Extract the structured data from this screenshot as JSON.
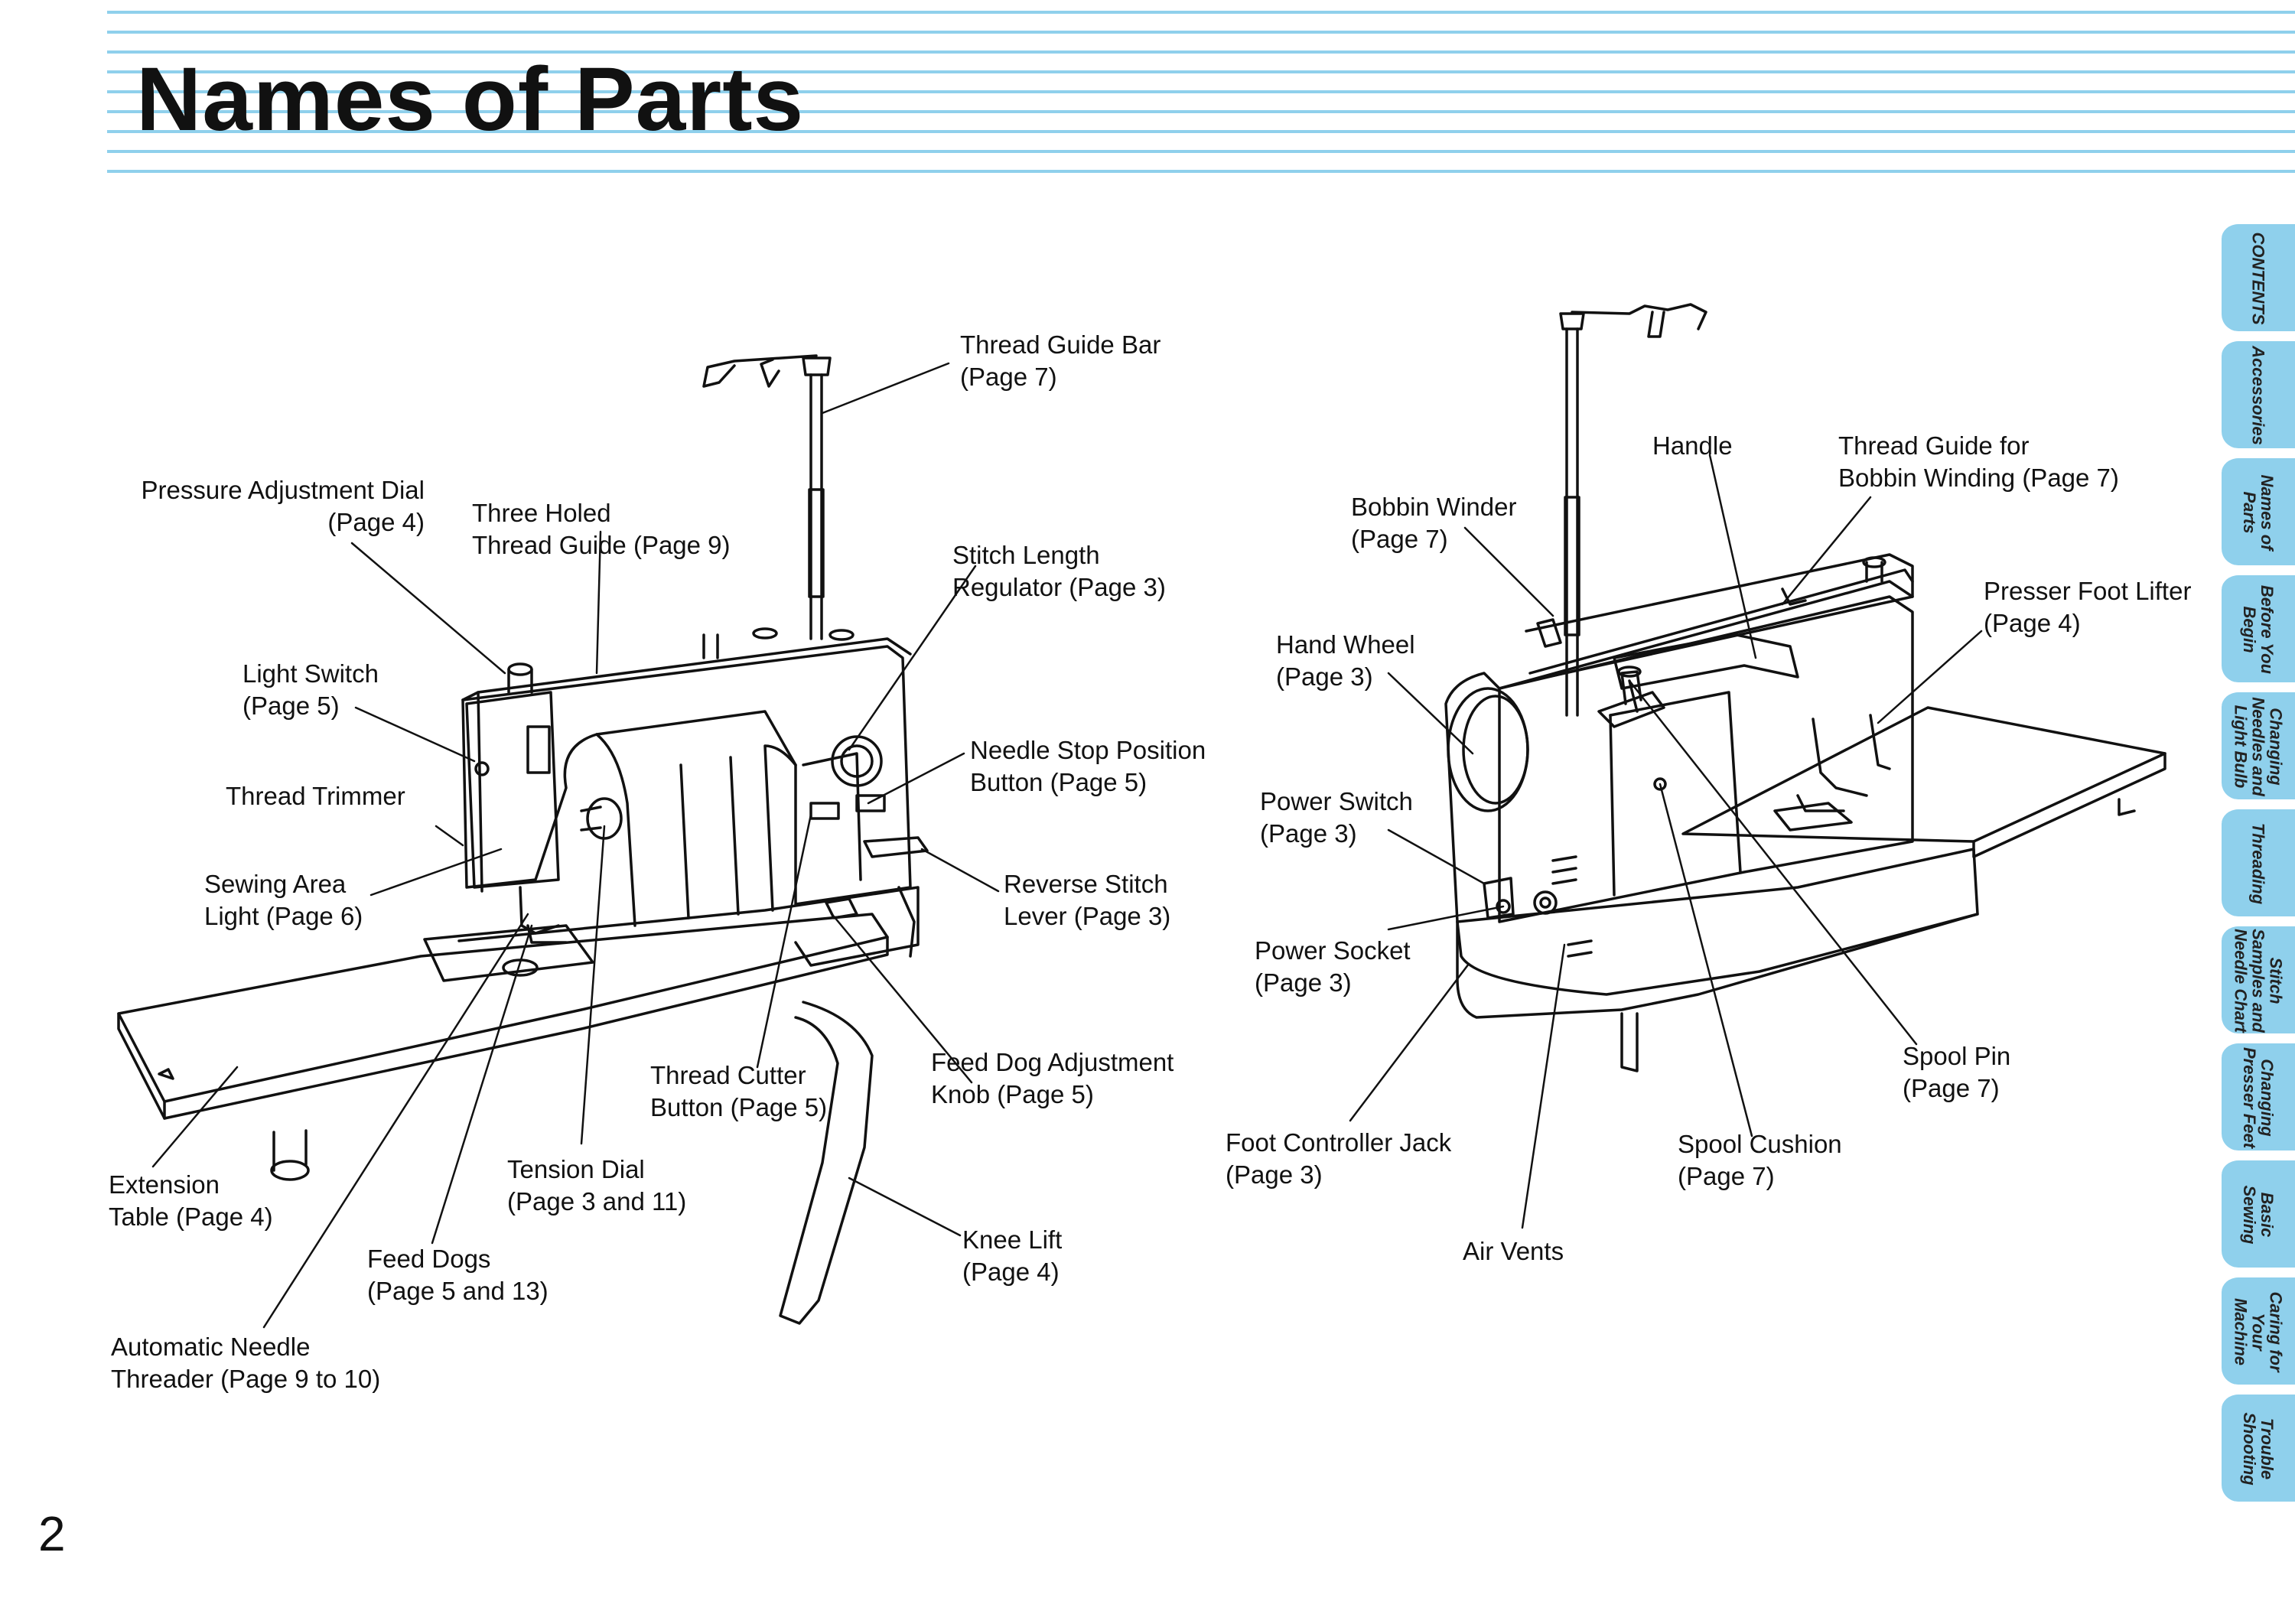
{
  "page": {
    "title": "Names of Parts",
    "number": "2"
  },
  "labels_left": {
    "thread_guide_bar": [
      "Thread Guide Bar",
      "(Page 7)"
    ],
    "pressure_dial": [
      "Pressure Adjustment Dial",
      "(Page 4)"
    ],
    "three_holed": [
      "Three Holed",
      "Thread Guide (Page 9)"
    ],
    "stitch_length": [
      "Stitch Length",
      "Regulator (Page 3)"
    ],
    "light_switch": [
      "Light Switch",
      "(Page 5)"
    ],
    "needle_stop": [
      "Needle Stop Position",
      "Button (Page 5)"
    ],
    "thread_trimmer": [
      "Thread Trimmer"
    ],
    "sewing_light": [
      "Sewing Area",
      "Light (Page 6)"
    ],
    "reverse_lever": [
      "Reverse Stitch",
      "Lever (Page 3)"
    ],
    "feed_dog_knob": [
      "Feed Dog Adjustment",
      "Knob (Page 5)"
    ],
    "thread_cutter": [
      "Thread Cutter",
      "Button (Page 5)"
    ],
    "extension_table": [
      "Extension",
      "Table (Page 4)"
    ],
    "tension_dial": [
      "Tension Dial",
      "(Page 3 and 11)"
    ],
    "knee_lift": [
      "Knee Lift",
      "(Page 4)"
    ],
    "feed_dogs": [
      "Feed Dogs",
      "(Page 5 and 13)"
    ],
    "needle_threader": [
      "Automatic Needle",
      "Threader (Page 9 to 10)"
    ]
  },
  "labels_right": {
    "handle": [
      "Handle"
    ],
    "bobbin_guide": [
      "Thread Guide for",
      "Bobbin Winding (Page 7)"
    ],
    "bobbin_winder": [
      "Bobbin Winder",
      "(Page 7)"
    ],
    "presser_lifter": [
      "Presser Foot Lifter",
      "(Page 4)"
    ],
    "hand_wheel": [
      "Hand Wheel",
      "(Page 3)"
    ],
    "power_switch": [
      "Power Switch",
      "(Page 3)"
    ],
    "power_socket": [
      "Power Socket",
      "(Page 3)"
    ],
    "spool_pin": [
      "Spool Pin",
      "(Page 7)"
    ],
    "foot_jack": [
      "Foot Controller Jack",
      "(Page 3)"
    ],
    "spool_cushion": [
      "Spool Cushion",
      "(Page 7)"
    ],
    "air_vents": [
      "Air Vents"
    ]
  },
  "side_tabs": [
    [
      "CONTENTS"
    ],
    [
      "Accessories"
    ],
    [
      "Names of",
      "Parts"
    ],
    [
      "Before You",
      "Begin"
    ],
    [
      "Changing",
      "Needles and",
      "Light Bulb"
    ],
    [
      "Threading"
    ],
    [
      "Stitch",
      "Samples and",
      "Needle Chart"
    ],
    [
      "Changing",
      "Presser Feet"
    ],
    [
      "Basic",
      "Sewing"
    ],
    [
      "Caring for",
      "Your",
      "Machine"
    ],
    [
      "Trouble",
      "Shooting"
    ]
  ],
  "colors": {
    "accent": "#8fd0ec",
    "ink": "#111111"
  }
}
